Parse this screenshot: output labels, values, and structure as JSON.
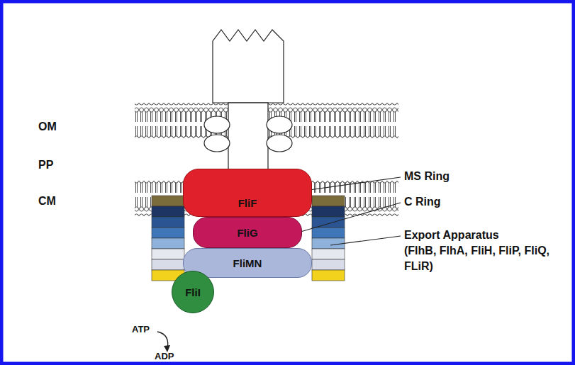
{
  "diagram": {
    "nodes": [
      {
        "text": [
          "FliF"
        ]
      },
      {
        "text": [
          "FliG"
        ]
      },
      {
        "text": [
          "FliMN"
        ]
      },
      {
        "text": [
          "FliI"
        ]
      }
    ],
    "labels": [
      "OM",
      "PP",
      "CM",
      "MS Ring",
      "C Ring",
      "Export Apparatus",
      "(FlhB, FlhA, FliH, FliP, FliQ, FLiR)",
      "ATP",
      "ADP"
    ]
  }
}
